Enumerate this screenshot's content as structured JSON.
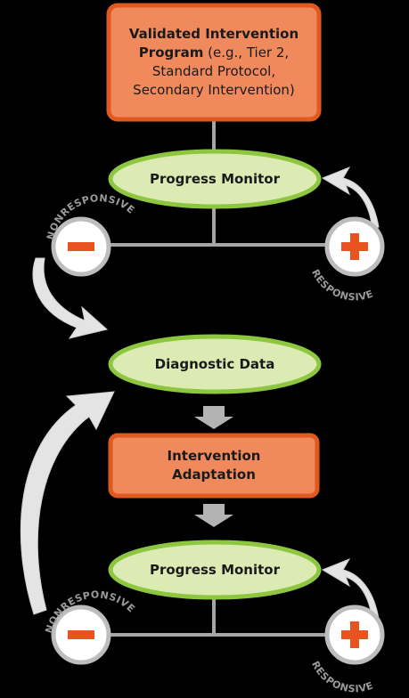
{
  "program_box": {
    "title_bold": "Validated Intervention",
    "line2_bold": "Program",
    "line2_rest": " (e.g., Tier 2,",
    "line3": "Standard Protocol,",
    "line4": "Secondary Intervention)"
  },
  "progress_monitor_1": "Progress Monitor",
  "diagnostic_data": "Diagnostic Data",
  "intervention_adaptation": {
    "line1": "Intervention",
    "line2": "Adaptation"
  },
  "progress_monitor_2": "Progress Monitor",
  "labels": {
    "nonresponsive": "NONRESPONSIVE",
    "responsive": "RESPONSIVE"
  },
  "symbols": {
    "minus": "–",
    "plus": "+"
  },
  "colors": {
    "background": "#000000",
    "box_fill": "#f08a5d",
    "box_border": "#e05a20",
    "oval_fill": "#dcebb4",
    "oval_border": "#8dc63f",
    "connector": "#a6a6a6",
    "circle_fill": "#ffffff",
    "circle_border": "#bdbdbd",
    "sign": "#e8531f",
    "arrow_fill": "#e4e4e4"
  }
}
